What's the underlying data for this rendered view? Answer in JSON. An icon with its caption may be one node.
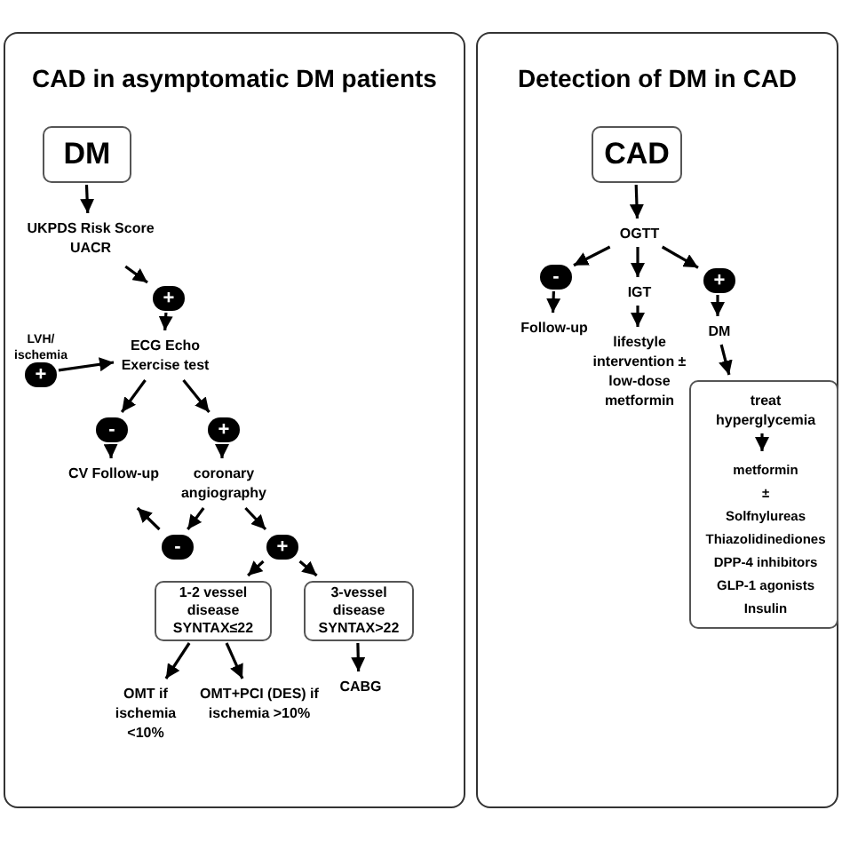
{
  "diagram": {
    "nodes": [
      {
        "text": [
          "CAD in asymptomatic DM patients"
        ]
      },
      {
        "text": [
          "DM"
        ],
        "in": 0
      },
      {
        "text": [
          "UKPDS Risk Score UACR"
        ],
        "in": 0
      },
      {
        "text": [
          "+"
        ],
        "in": 0
      },
      {
        "text": [
          "ECG Echo Exercise test"
        ],
        "in": 0
      },
      {
        "text": [
          "+"
        ],
        "in": 0,
        "beside": [
          "LVH/ ischemia"
        ]
      },
      {
        "text": [
          "-"
        ],
        "in": 0
      },
      {
        "text": [
          "+"
        ],
        "in": 0
      },
      {
        "text": [
          "CV Follow-up"
        ],
        "in": 0
      },
      {
        "text": [
          "coronary angiography"
        ],
        "in": 0
      },
      {
        "text": [
          "-"
        ],
        "in": 0
      },
      {
        "text": [
          "+"
        ],
        "in": 0
      },
      {
        "text": [
          "1-2 vessel disease SYNTAX≤22"
        ],
        "in": 0
      },
      {
        "text": [
          "3-vessel disease SYNTAX>22"
        ],
        "in": 0
      },
      {
        "text": [
          "OMT if ischemia <10%"
        ],
        "in": 0
      },
      {
        "text": [
          "OMT+PCI (DES) if ischemia >10%"
        ],
        "in": 0
      },
      {
        "text": [
          "CABG"
        ],
        "in": 0
      },
      {
        "text": [
          "Detection of DM in CAD"
        ]
      },
      {
        "text": [
          "CAD"
        ],
        "in": 17
      },
      {
        "text": [
          "OGTT"
        ],
        "in": 17
      },
      {
        "text": [
          "-"
        ],
        "in": 17
      },
      {
        "text": [
          "IGT"
        ],
        "in": 17
      },
      {
        "text": [
          "+"
        ],
        "in": 17
      },
      {
        "text": [
          "Follow-up"
        ],
        "in": 17
      },
      {
        "text": [
          "lifestyle intervention ± low-dose metformin"
        ],
        "in": 17
      },
      {
        "text": [
          "DM"
        ],
        "in": 17
      },
      {
        "text": [],
        "shape": "box",
        "in": 17
      },
      {
        "text": [
          "treat hyperglycemia"
        ],
        "in": 26
      },
      {
        "text": [
          "metformin",
          "±",
          "Solfnylureas",
          "Thiazolidinediones",
          "DPP-4 inhibitors",
          "GLP-1 agonists",
          "Insulin"
        ],
        "in": 26
      }
    ],
    "edges": [
      {
        "from": 1,
        "to": 2,
        "arrow": "to"
      },
      {
        "from": 2,
        "to": 3,
        "arrow": "to"
      },
      {
        "from": 3,
        "to": 4,
        "arrow": "to"
      },
      {
        "from": 5,
        "to": 4,
        "arrow": "to"
      },
      {
        "from": 4,
        "to": 6,
        "arrow": "to"
      },
      {
        "from": 4,
        "to": 7,
        "arrow": "to"
      },
      {
        "from": 6,
        "to": 8,
        "arrow": "to"
      },
      {
        "from": 7,
        "to": 9,
        "arrow": "to"
      },
      {
        "from": 9,
        "to": 10,
        "arrow": "to"
      },
      {
        "from": 10,
        "to": 8,
        "arrow": "to"
      },
      {
        "from": 9,
        "to": 11,
        "arrow": "to"
      },
      {
        "from": 11,
        "to": 12,
        "arrow": "to"
      },
      {
        "from": 11,
        "to": 13,
        "arrow": "to"
      },
      {
        "from": 12,
        "to": 14,
        "arrow": "to"
      },
      {
        "from": 12,
        "to": 15,
        "arrow": "to"
      },
      {
        "from": 13,
        "to": 16,
        "arrow": "to"
      },
      {
        "from": 18,
        "to": 19,
        "arrow": "to"
      },
      {
        "from": 19,
        "to": 20,
        "arrow": "to"
      },
      {
        "from": 19,
        "to": 21,
        "arrow": "to"
      },
      {
        "from": 19,
        "to": 22,
        "arrow": "to"
      },
      {
        "from": 20,
        "to": 23,
        "arrow": "to"
      },
      {
        "from": 21,
        "to": 24,
        "arrow": "to"
      },
      {
        "from": 22,
        "to": 25,
        "arrow": "to"
      },
      {
        "from": 25,
        "to": 26,
        "arrow": "to"
      },
      {
        "from": 27,
        "to": 28,
        "arrow": "to"
      }
    ]
  }
}
